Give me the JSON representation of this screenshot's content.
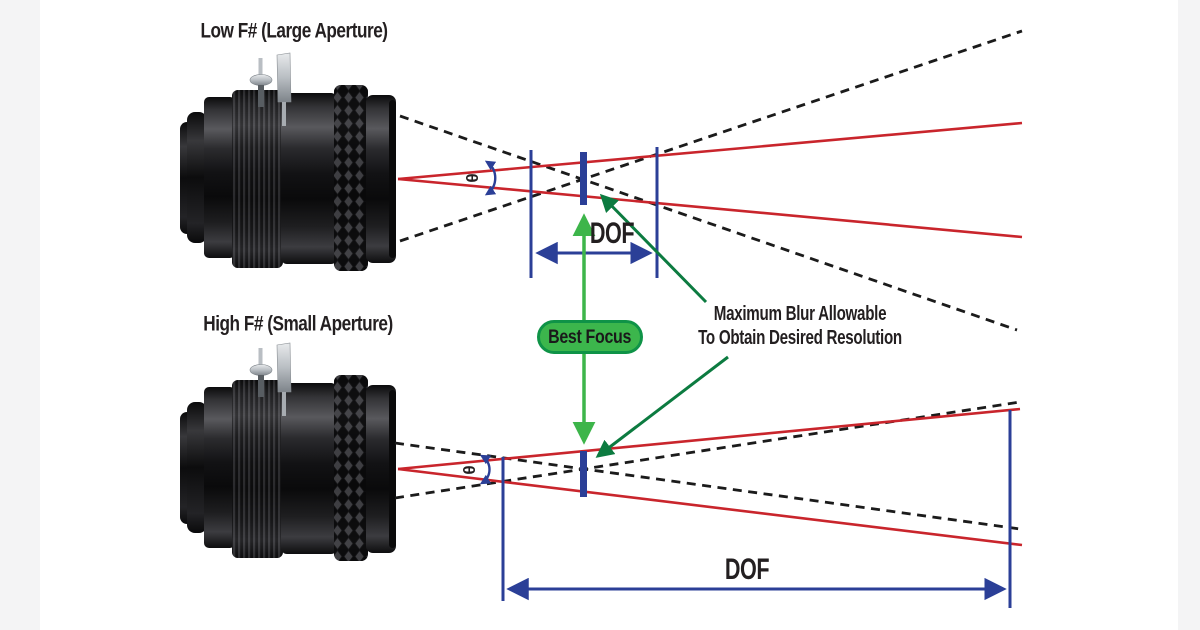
{
  "figure": {
    "top_label": "Low F# (Large Aperture)",
    "bottom_label": "High F# (Small Aperture)",
    "dof_label_top": "DOF",
    "dof_label_bottom": "DOF",
    "best_focus_label": "Best Focus",
    "annotation_line1": "Maximum Blur Allowable",
    "annotation_line2": "To Obtain Desired Resolution",
    "theta_symbol": "θ"
  },
  "colors": {
    "red_ray": "#c9252c",
    "blue_marker": "#2b3f97",
    "dashed_ray": "#1b1b1b",
    "light_green": "#3db54a",
    "dark_green": "#0c7b40",
    "pill_fill": "#3cb64c",
    "pill_border": "#0f9347",
    "text": "#231f20",
    "background": "#ffffff",
    "side_margin": "#f4f4f5"
  }
}
